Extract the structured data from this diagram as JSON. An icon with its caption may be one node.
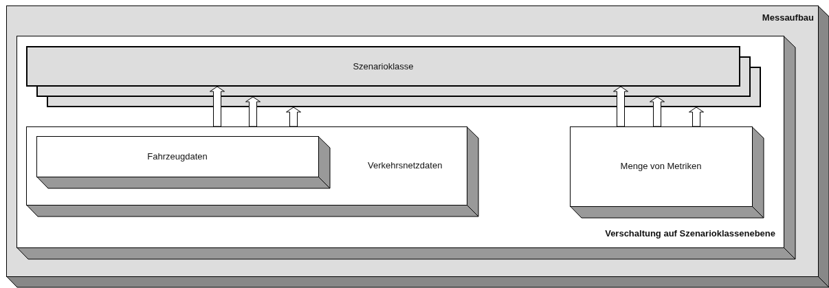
{
  "diagram": {
    "nodes": [
      {
        "text": [
          "Messaufbau"
        ]
      },
      {
        "text": [
          "Verschaltung auf Szenarioklassenebene"
        ],
        "in": 0
      },
      {
        "text": [
          "Szenarioklasse"
        ],
        "in": 1
      },
      {
        "text": [
          "Verkehrsnetzdaten"
        ],
        "in": 1
      },
      {
        "text": [
          "Fahrzeugdaten"
        ],
        "in": 3
      },
      {
        "text": [
          "Menge von Metriken"
        ],
        "in": 1
      }
    ],
    "edges": [
      {
        "from": 3,
        "to": 2,
        "arrow": "to"
      },
      {
        "from": 3,
        "to": 2,
        "arrow": "to"
      },
      {
        "from": 3,
        "to": 2,
        "arrow": "to"
      },
      {
        "from": 5,
        "to": 2,
        "arrow": "to"
      },
      {
        "from": 5,
        "to": 2,
        "arrow": "to"
      },
      {
        "from": 5,
        "to": 2,
        "arrow": "to"
      }
    ]
  }
}
